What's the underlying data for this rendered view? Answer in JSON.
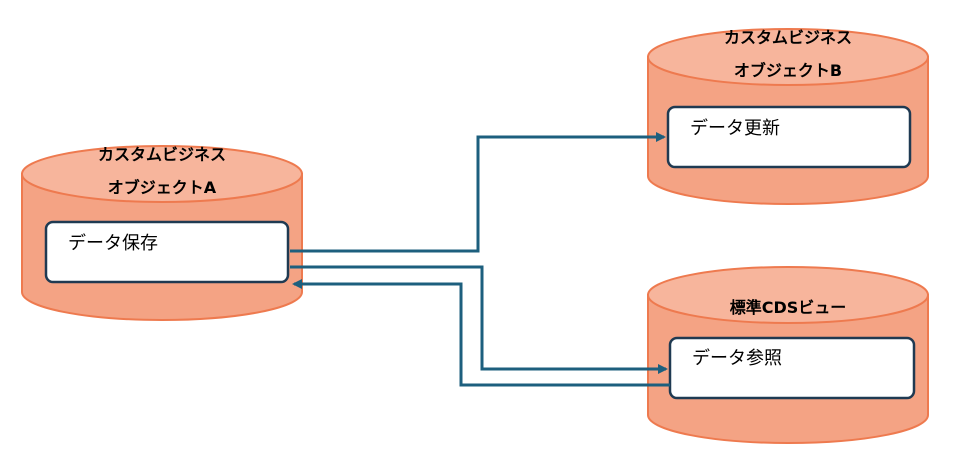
{
  "colors": {
    "cylinder_fill": "#f4a384",
    "cylinder_stroke": "#ee7a4f",
    "box_stroke": "#1f3a52",
    "arrow": "#1d5f7e"
  },
  "objects": {
    "custom_a": {
      "title_line1": "カスタムビジネス",
      "title_line2": "オブジェクトA",
      "box_label": "データ保存"
    },
    "custom_b": {
      "title_line1": "カスタムビジネス",
      "title_line2": "オブジェクトB",
      "box_label": "データ更新"
    },
    "cds_view": {
      "title": "標準CDSビュー",
      "box_label": "データ参照"
    }
  },
  "connections": [
    {
      "from": "データ保存",
      "to": "データ更新"
    },
    {
      "from": "データ保存",
      "to": "データ参照"
    },
    {
      "from": "データ参照",
      "to": "データ保存"
    }
  ]
}
